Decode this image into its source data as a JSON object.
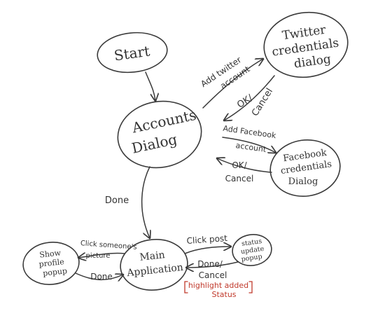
{
  "colors": {
    "ink": "#3a3a3a",
    "annotation": "#c0392b",
    "background": "#ffffff"
  },
  "nodes": {
    "start": {
      "label": "Start"
    },
    "twitter": {
      "line1": "Twitter",
      "line2": "credentials",
      "line3": "dialog"
    },
    "accounts": {
      "line1": "Accounts",
      "line2": "Dialog"
    },
    "facebook": {
      "line1": "Facebook",
      "line2": "credentials",
      "line3": "Dialog"
    },
    "main": {
      "line1": "Main",
      "line2": "Application"
    },
    "profile": {
      "line1": "Show",
      "line2": "profile",
      "line3": "popup"
    },
    "status": {
      "line1": "status",
      "line2": "update",
      "line3": "popup"
    }
  },
  "edges": {
    "add_twitter": {
      "line1": "Add twitter",
      "line2": "account"
    },
    "ok_cancel_twitter": {
      "line1": "OK/",
      "line2": "Cancel"
    },
    "add_facebook": {
      "line1": "Add Facebook",
      "line2": "account"
    },
    "ok_cancel_facebook": {
      "line1": "OK/",
      "line2": "Cancel"
    },
    "done_accounts": {
      "label": "Done"
    },
    "click_picture": {
      "line1": "Click someone's",
      "line2": "picture"
    },
    "done_profile": {
      "label": "Done"
    },
    "click_post": {
      "label": "Click post"
    },
    "done_cancel_status": {
      "line1": "Done/",
      "line2": "Cancel"
    }
  },
  "annotations": {
    "highlight": {
      "line1": "highlight added",
      "line2": "Status"
    }
  }
}
